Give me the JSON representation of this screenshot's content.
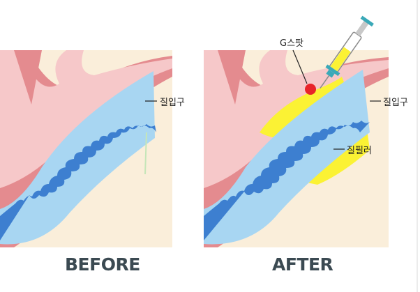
{
  "panels": {
    "before": {
      "caption": "BEFORE",
      "label_vaginal_opening": "질입구"
    },
    "after": {
      "caption": "AFTER",
      "label_g_spot": "G스팟",
      "label_vaginal_opening": "질입구",
      "label_filler": "질필러"
    }
  },
  "colors": {
    "background_tissue": "#faeeda",
    "outer_tissue": "#e48b8f",
    "bladder_fill": "#f6c8c9",
    "light_blue_layer": "#a8d6f2",
    "canal_blue": "#3d7fd0",
    "filler_yellow": "#fbf234",
    "g_spot_red": "#e8242a",
    "syringe_tip": "#3aa9b8"
  },
  "icons": [
    "syringe-icon",
    "g-spot-marker-icon"
  ]
}
